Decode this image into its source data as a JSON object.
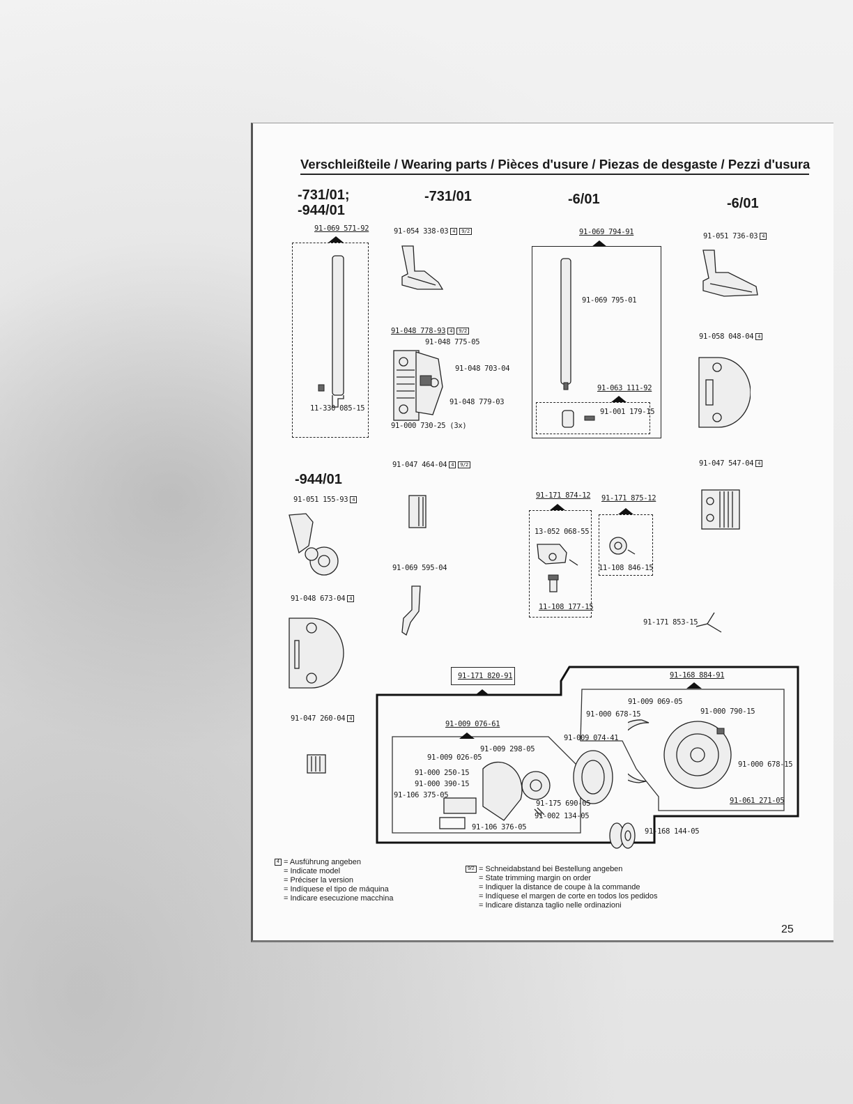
{
  "header": {
    "title": "Verschleißteile / Wearing parts / Pièces d'usure / Piezas de desgaste / Pezzi d'usura"
  },
  "models": {
    "col1_top": "-731/01;",
    "col1_bottom": "-944/01",
    "col2": "-731/01",
    "col3": "-6/01",
    "col4": "-6/01",
    "col1_mid": "-944/01"
  },
  "badges": {
    "model": "4",
    "trim": "9/2"
  },
  "parts": {
    "p_069_571_92": "91-069 571-92",
    "p_11_330_085_15": "11-330 085-15",
    "p_054_338_03": "91-054 338-03",
    "p_048_778_93": "91-048 778-93",
    "p_048_775_05": "91-048 775-05",
    "p_048_703_04": "91-048 703-04",
    "p_048_779_03": "91-048 779-03",
    "p_000_730_25": "91-000 730-25 (3x)",
    "p_069_794_91": "91-069 794-91",
    "p_069_795_01": "91-069 795-01",
    "p_063_111_92": "91-063 111-92",
    "p_001_179_15": "91-001 179-15",
    "p_051_736_03": "91-051 736-03",
    "p_058_048_04": "91-058 048-04",
    "p_047_464_04": "91-047 464-04",
    "p_047_547_04": "91-047 547-04",
    "p_051_155_93": "91-051 155-93",
    "p_171_874_12": "91-171 874-12",
    "p_171_875_12": "91-171 875-12",
    "p_13_052_068_55": "13-052 068-55",
    "p_11_108_846_15": "11-108 846-15",
    "p_11_108_177_15": "11-108 177-15",
    "p_069_595_04": "91-069 595-04",
    "p_048_673_04": "91-048 673-04",
    "p_171_853_15": "91-171 853-15",
    "p_171_820_91": "91-171 820-91",
    "p_168_884_91": "91-168 884-91",
    "p_047_260_04": "91-047 260-04",
    "p_009_069_05": "91-009 069-05",
    "p_000_678_15a": "91-000 678-15",
    "p_000_790_15": "91-000 790-15",
    "p_009_076_61": "91-009 076-61",
    "p_009_074_41": "91-009 074-41",
    "p_009_298_05": "91-009 298-05",
    "p_009_026_05": "91-009 026-05",
    "p_000_250_15": "91-000 250-15",
    "p_000_390_15": "91-000 390-15",
    "p_106_375_05": "91-106 375-05",
    "p_175_690_05": "91-175 690-05",
    "p_002_134_05": "91-002 134-05",
    "p_106_376_05": "91-106 376-05",
    "p_000_678_15b": "91-000 678-15",
    "p_061_271_05": "91-061 271-05",
    "p_168_144_05": "91-168 144-05"
  },
  "legend_left": {
    "line1": "= Ausführung angeben",
    "line2": "= Indicate model",
    "line3": "= Préciser la version",
    "line4": "= Indíquese el tipo de máquina",
    "line5": "= Indicare esecuzione macchina"
  },
  "legend_right": {
    "line1": "= Schneidabstand bei Bestellung angeben",
    "line2": "= State trimming margin on order",
    "line3": "= Indiquer la distance de coupe à la commande",
    "line4": "= Indíquese el margen de corte en todos los pedidos",
    "line5": "= Indicare distanza taglio nelle ordinazioni"
  },
  "page_number": "25"
}
